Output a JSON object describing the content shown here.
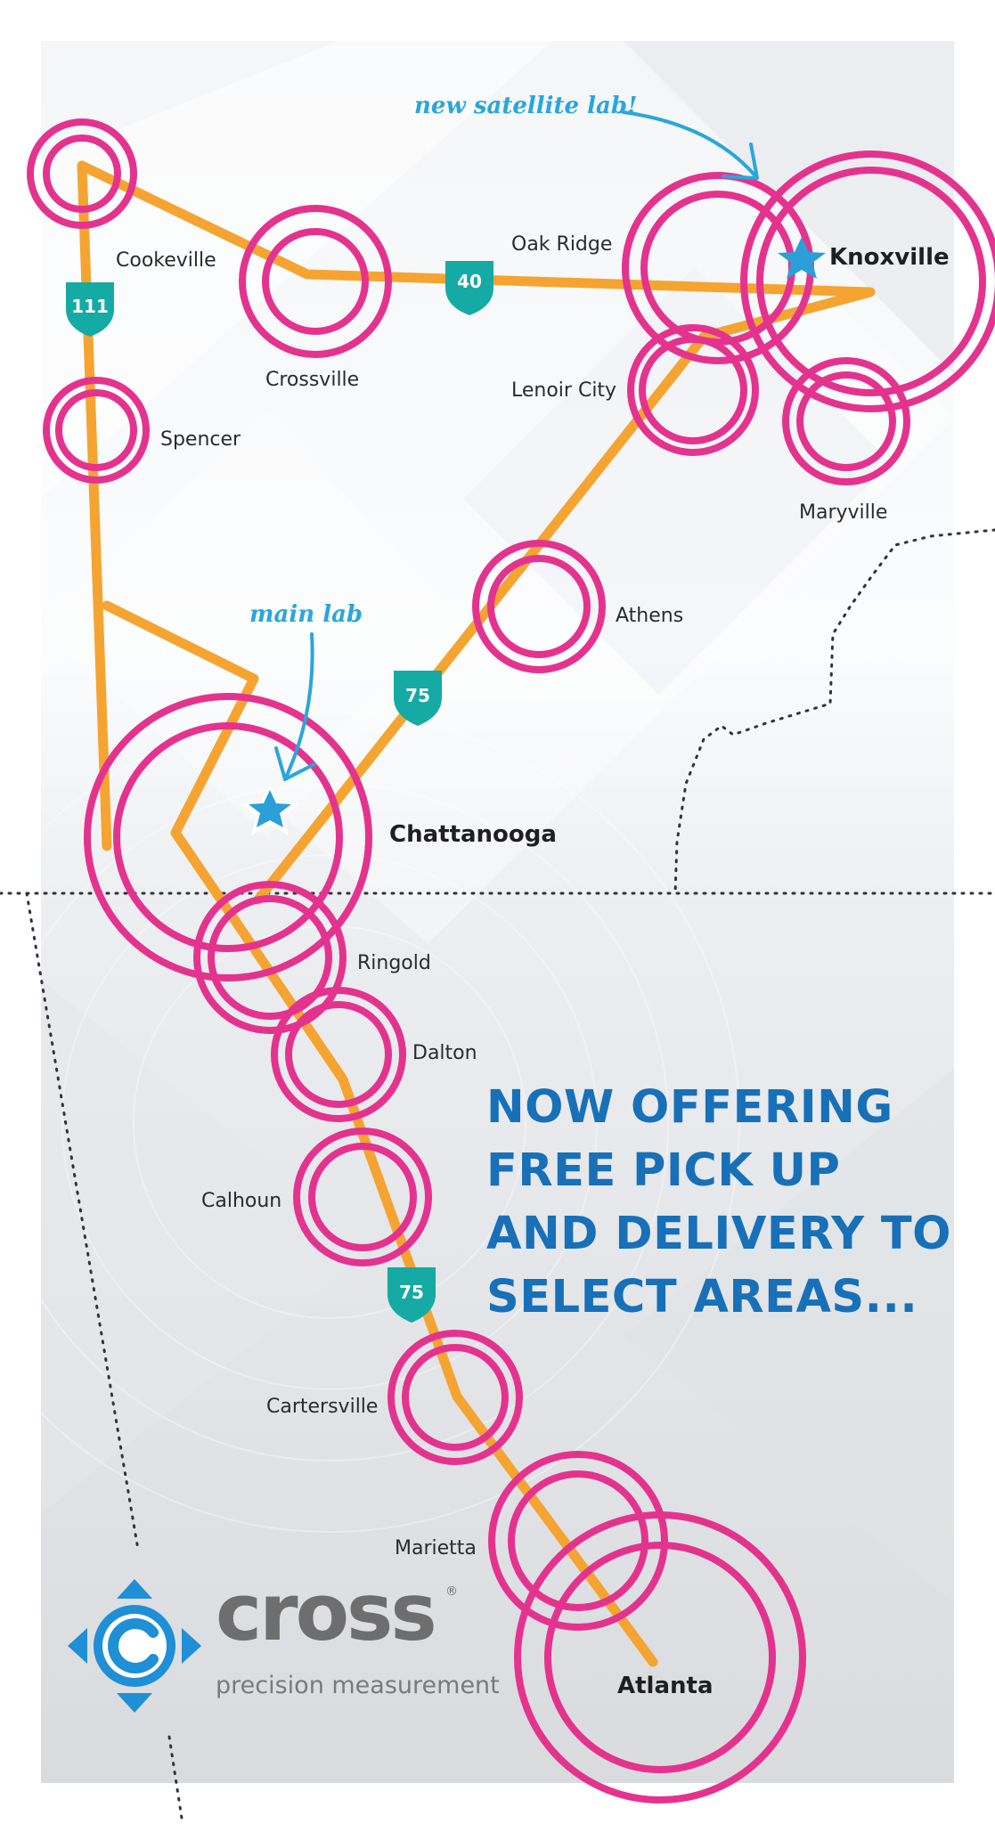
{
  "annotations": {
    "satellite": "new satellite lab!",
    "main": "main lab"
  },
  "cities": {
    "cookeville": "Cookeville",
    "crossville": "Crossville",
    "oak_ridge": "Oak Ridge",
    "knoxville": "Knoxville",
    "lenoir_city": "Lenoir City",
    "spencer": "Spencer",
    "maryville": "Maryville",
    "athens": "Athens",
    "chattanooga": "Chattanooga",
    "ringold": "Ringold",
    "dalton": "Dalton",
    "calhoun": "Calhoun",
    "cartersville": "Cartersville",
    "marietta": "Marietta",
    "atlanta": "Atlanta"
  },
  "highways": {
    "i111": "111",
    "i40": "40",
    "i75_north": "75",
    "i75_south": "75"
  },
  "headline": {
    "line1": "NOW OFFERING",
    "line2": "FREE PICK UP",
    "line3": "AND DELIVERY TO",
    "line4": "SELECT AREAS..."
  },
  "logo": {
    "wordmark": "cross",
    "registered": "®",
    "tagline": "precision measurement"
  },
  "colors": {
    "route": "#f5a431",
    "rings": "#e4338e",
    "shield": "#16aaa4",
    "star": "#2a9fd8",
    "headline": "#1770b8",
    "logo_blue": "#1f8fd6",
    "logo_gray": "#6e6e6e"
  },
  "icons": {
    "lab_marker": "star-icon",
    "highway": "interstate-shield-icon",
    "pointer": "curved-arrow-icon"
  }
}
